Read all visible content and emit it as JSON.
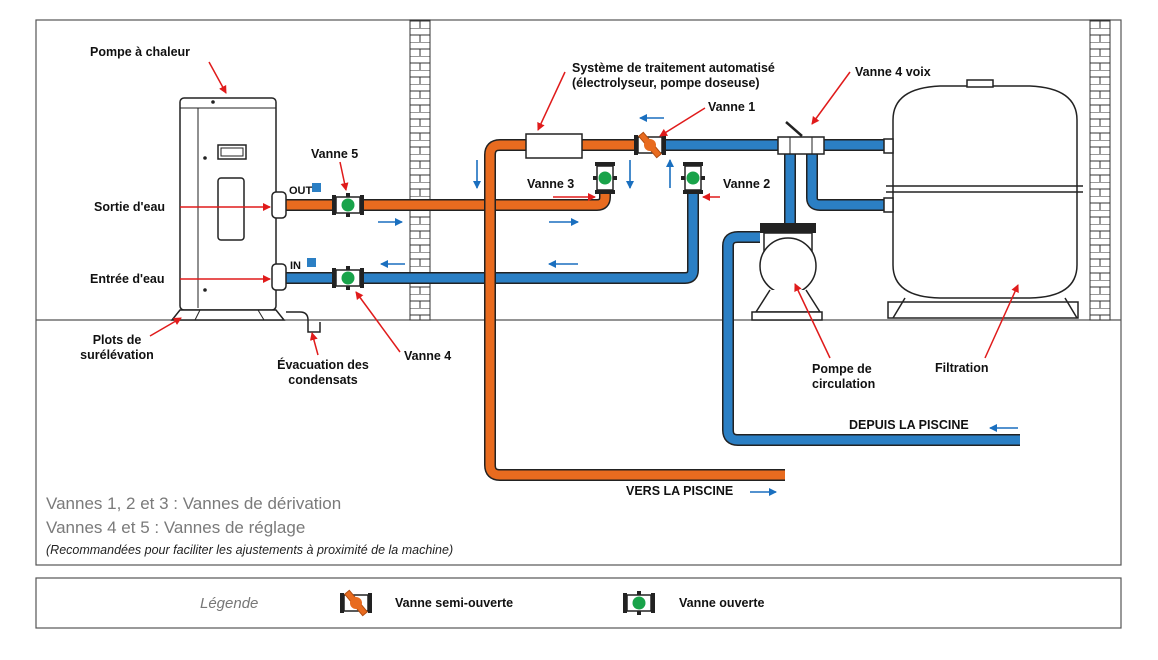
{
  "labels": {
    "heat_pump": "Pompe à chaleur",
    "water_out": "Sortie d'eau",
    "water_in": "Entrée d'eau",
    "risers_line1": "Plots de",
    "risers_line2": "surélévation",
    "condensate_line1": "Évacuation des",
    "condensate_line2": "condensats",
    "valve1": "Vanne 1",
    "valve2": "Vanne 2",
    "valve3": "Vanne 3",
    "valve4": "Vanne 4",
    "valve5": "Vanne 5",
    "treatment_line1": "Système de traitement automatisé",
    "treatment_line2": "(électrolyseur, pompe doseuse)",
    "four_way_valve": "Vanne 4 voix",
    "pump_line1": "Pompe de",
    "pump_line2": "circulation",
    "filtration": "Filtration",
    "from_pool": "DEPUIS LA PISCINE",
    "to_pool": "VERS LA PISCINE",
    "out_tag": "OUT",
    "in_tag": "IN"
  },
  "notes": {
    "line1": "Vannes 1, 2 et 3 : Vannes de dérivation",
    "line2": "Vannes 4 et 5 : Vannes de réglage",
    "line3": "(Recommandées pour faciliter les ajustements à proximité de la machine)"
  },
  "legend": {
    "title": "Légende",
    "semi_open": "Vanne semi-ouverte",
    "open": "Vanne ouverte"
  },
  "colors": {
    "hot_pipe": "#e86b1f",
    "cold_pipe": "#2b7fc4",
    "arrow_red": "#e01b1b",
    "arrow_blue": "#1a6fbf",
    "valve_green": "#19a34a"
  }
}
